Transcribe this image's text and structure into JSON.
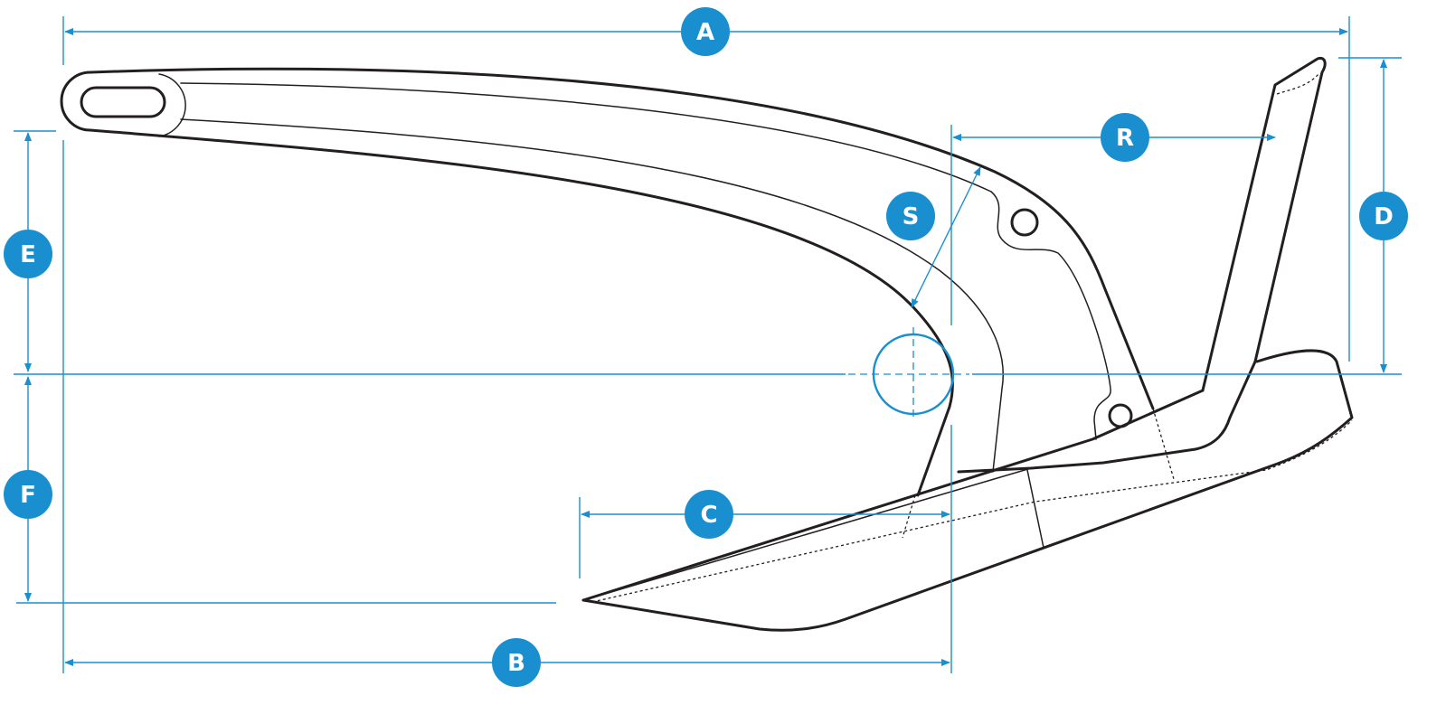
{
  "labels": {
    "A": "A",
    "B": "B",
    "C": "C",
    "D": "D",
    "E": "E",
    "F": "F",
    "R": "R",
    "S": "S"
  },
  "colors": {
    "dimension": "#1a8fd0",
    "outline": "#231f20",
    "badge_text": "#ffffff"
  }
}
